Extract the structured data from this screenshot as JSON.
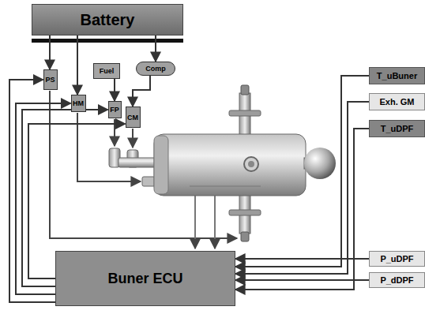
{
  "diagram": {
    "nodes": [
      {
        "text": [
          "Battery"
        ]
      },
      {
        "text": [
          "PS"
        ]
      },
      {
        "text": [
          "HM"
        ]
      },
      {
        "text": [
          "Fuel"
        ]
      },
      {
        "text": [
          "FP"
        ]
      },
      {
        "text": [
          "CM"
        ]
      },
      {
        "text": [
          "Comp"
        ]
      },
      {
        "text": [
          "T_uBuner"
        ]
      },
      {
        "text": [
          "Exh. GM"
        ]
      },
      {
        "text": [
          "T_uDPF"
        ]
      },
      {
        "text": [
          "P_uDPF"
        ]
      },
      {
        "text": [
          "P_dDPF"
        ]
      },
      {
        "text": [
          "Buner ECU"
        ]
      }
    ],
    "edges": [
      {
        "from": 0,
        "to": 1,
        "arrow": "to"
      },
      {
        "from": 0,
        "to": 2,
        "arrow": "to"
      },
      {
        "from": 0,
        "to": 6,
        "arrow": "to"
      },
      {
        "from": 3,
        "to": 4,
        "arrow": "to"
      },
      {
        "from": 6,
        "to": 5,
        "arrow": "to"
      },
      {
        "from": 12,
        "to": 1,
        "arrow": "to"
      },
      {
        "from": 12,
        "to": 2,
        "arrow": "to"
      },
      {
        "from": 12,
        "to": 4,
        "arrow": "to"
      },
      {
        "from": 12,
        "to": 5,
        "arrow": "to"
      },
      {
        "from": 7,
        "to": 12,
        "arrow": "to"
      },
      {
        "from": 8,
        "to": 12,
        "arrow": "to"
      },
      {
        "from": 9,
        "to": 12,
        "arrow": "to"
      },
      {
        "from": 10,
        "to": 12,
        "arrow": "to"
      },
      {
        "from": 11,
        "to": 12,
        "arrow": "to"
      }
    ]
  }
}
